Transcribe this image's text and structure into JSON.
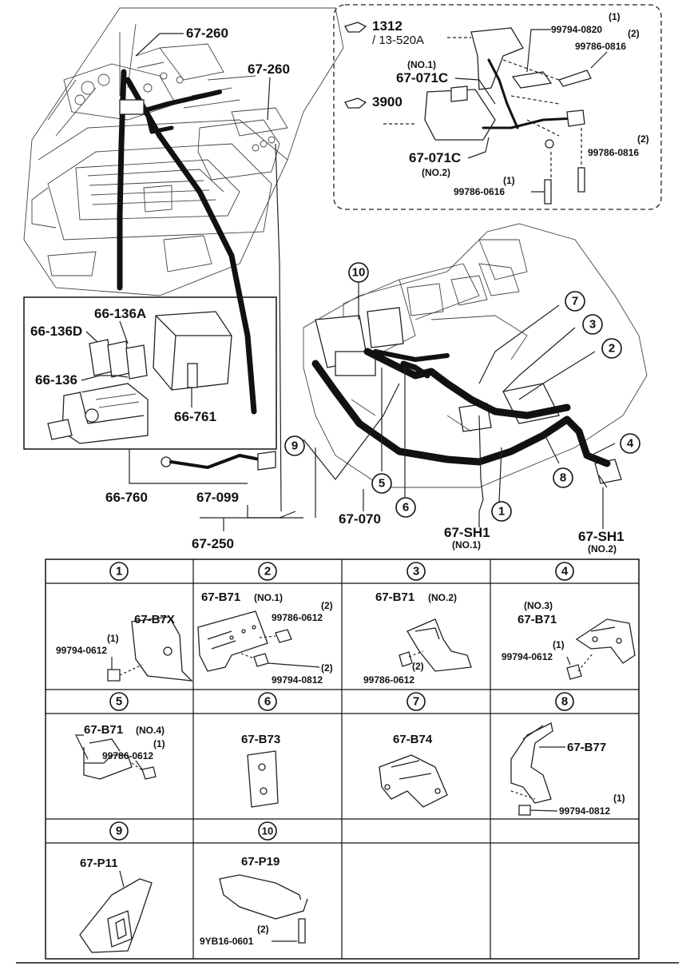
{
  "main_labels": {
    "l67_260a": "67-260",
    "l67_260b": "67-260",
    "ref1312": "1312",
    "ref13_520a": "/ 13-520A",
    "b99794_0820_n": "(1)",
    "b99794_0820": "99794-0820",
    "b99786_0816a_n": "(2)",
    "b99786_0816a": "99786-0816",
    "no1": "(NO.1)",
    "l67_071c_a": "67-071C",
    "ref3900": "3900",
    "l67_071c_b": "67-071C",
    "no2": "(NO.2)",
    "b99786_0816b_n": "(2)",
    "b99786_0816b": "99786-0816",
    "b99786_0616_n": "(1)",
    "b99786_0616": "99786-0616",
    "l66_136a": "66-136A",
    "l66_136d": "66-136D",
    "l66_136": "66-136",
    "l66_761": "66-761",
    "l66_760": "66-760",
    "l67_099": "67-099",
    "l67_250": "67-250",
    "l67_070": "67-070",
    "l67_sh1a": "67-SH1",
    "l67_sh1a_n": "(NO.1)",
    "l67_sh1b": "67-SH1",
    "l67_sh1b_n": "(NO.2)"
  },
  "callouts": [
    "1",
    "2",
    "3",
    "4",
    "5",
    "6",
    "7",
    "8",
    "9",
    "10"
  ],
  "cells": [
    {
      "num": "1",
      "part": "67-B7X",
      "n1": "(1)",
      "b1": "99794-0612"
    },
    {
      "num": "2",
      "part": "67-B71",
      "tag": "(NO.1)",
      "n1": "(2)",
      "b1": "99786-0612",
      "n2": "(2)",
      "b2": "99794-0812"
    },
    {
      "num": "3",
      "part": "67-B71",
      "tag": "(NO.2)",
      "n1": "(2)",
      "b1": "99786-0612"
    },
    {
      "num": "4",
      "part": "67-B71",
      "tag": "(NO.3)",
      "n1": "(1)",
      "b1": "99794-0612"
    },
    {
      "num": "5",
      "part": "67-B71",
      "tag": "(NO.4)",
      "n1": "(1)",
      "b1": "99786-0612"
    },
    {
      "num": "6",
      "part": "67-B73"
    },
    {
      "num": "7",
      "part": "67-B74"
    },
    {
      "num": "8",
      "part": "67-B77",
      "n1": "(1)",
      "b1": "99794-0812"
    },
    {
      "num": "9",
      "part": "67-P11"
    },
    {
      "num": "10",
      "part": "67-P19",
      "n1": "(2)",
      "b1": "9YB16-0601"
    }
  ]
}
